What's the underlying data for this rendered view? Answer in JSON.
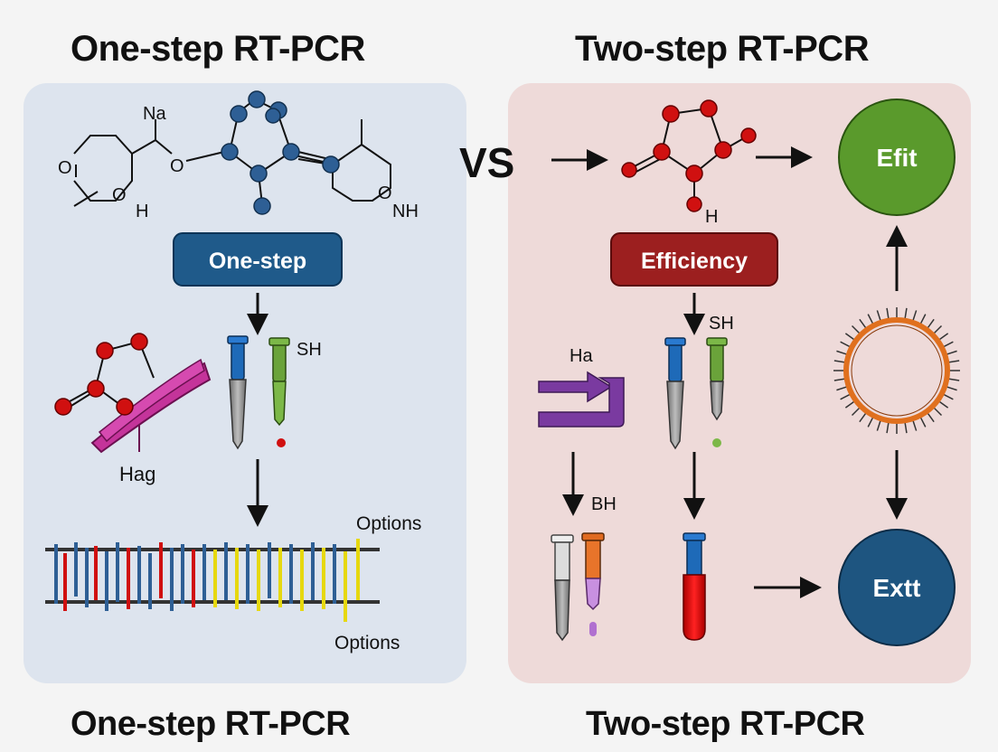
{
  "titles": {
    "top_left": "One-step RT-PCR",
    "top_right": "Two-step RT-PCR",
    "bottom_left": "One-step RT-PCR",
    "bottom_right": "Two-step RT-PCR"
  },
  "vs_label": "VS",
  "left": {
    "na_label": "Na",
    "h_label": "H",
    "nh_label": "NH",
    "atom_o_1": "O",
    "atom_o_2": "O",
    "atom_o_3": "O",
    "atom_o_4": "O",
    "step_button": "One-step",
    "sh_label": "SH",
    "hag_label": "Hag",
    "options_top": "Options",
    "options_bottom": "Options"
  },
  "right": {
    "h_label": "H",
    "step_button": "Efficiency",
    "sh_label": "SH",
    "ha_label": "Ha",
    "bh_label": "BH",
    "circle_top": "Efit",
    "circle_bottom": "Extt"
  },
  "colors": {
    "left_panel": "#dde4ee",
    "right_panel": "#eedad9",
    "one_step_button": "#1f5a8a",
    "efficiency_button": "#9c1f1f",
    "green_circle": "#5a9a2c",
    "blue_circle": "#1e5580",
    "atom_blue": "#2e5f95",
    "atom_red": "#d01010"
  }
}
